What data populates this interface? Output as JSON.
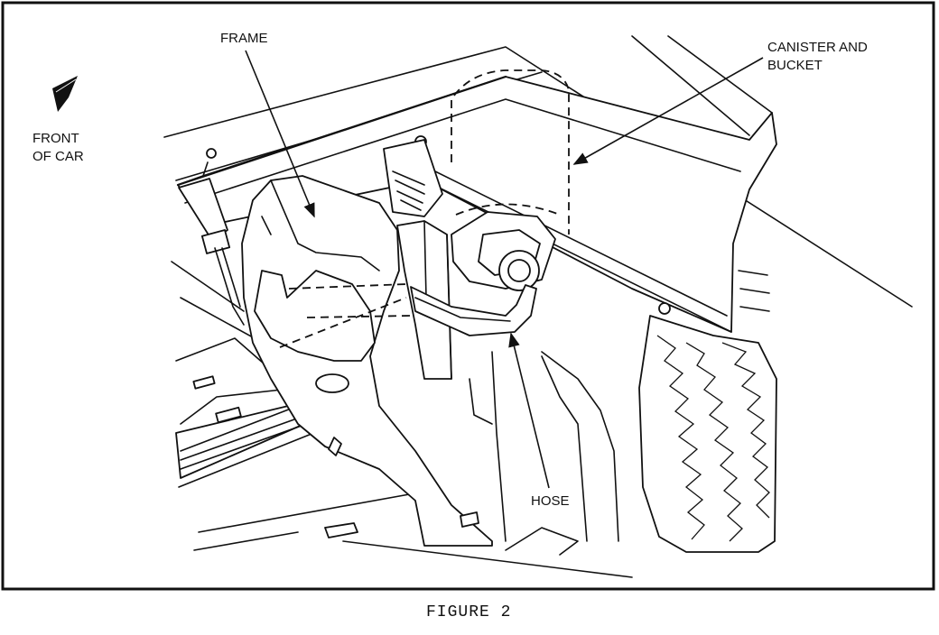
{
  "labels": {
    "frame": "FRAME",
    "canister_line1": "CANISTER AND",
    "canister_line2": "BUCKET",
    "front_line1": "FRONT",
    "front_line2": "OF CAR",
    "hose": "HOSE"
  },
  "caption": "FIGURE 2",
  "icons": {
    "direction_marker": "front-of-car-arrow-icon"
  },
  "colors": {
    "ink": "#111111",
    "paper": "#ffffff"
  }
}
